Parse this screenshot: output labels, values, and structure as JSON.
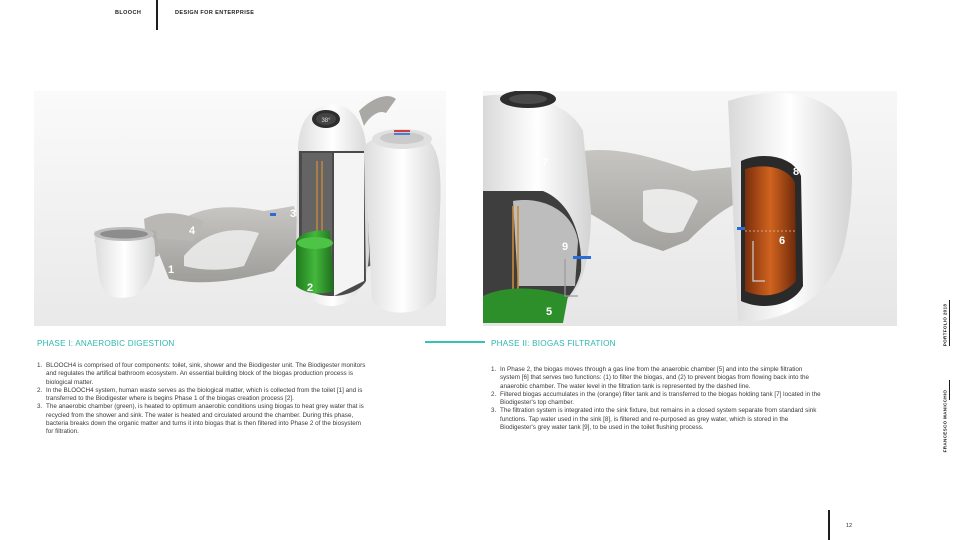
{
  "header": {
    "brand": "BLOOCH",
    "section": "DESIGN FOR ENTERPRISE"
  },
  "sidebar": {
    "portfolio": "PORTFOLIO 2018",
    "author": "FRANCESCO MANICCHIO"
  },
  "page_number": "12",
  "figure_1": {
    "callouts": [
      "1",
      "2",
      "3",
      "4"
    ],
    "display_reading": "38°"
  },
  "figure_2": {
    "callouts": [
      "5",
      "6",
      "7",
      "8",
      "9"
    ]
  },
  "phase1": {
    "title": "PHASE I: ANAEROBIC DIGESTION",
    "items": [
      {
        "n": "1.",
        "text": "BLOOCH4 is comprised of four components: toilet, sink, shower and the Biodigester unit. The Biodigester monitors and regulates the artifical bathroom ecosystem. An essential building block of the biogas production process is biological matter."
      },
      {
        "n": "2.",
        "text": "In the BLOOCH4 system, human waste serves as the biological matter, which is collected from the toilet [1] and is transferred to the Biodigester where is begins Phase 1 of the biogas creation process [2]."
      },
      {
        "n": "3.",
        "text": "The anaerobic chamber (green), is heated to optimum anaerobic conditions using biogas to heat grey water that is recycled from the shower and sink. The water is heated and circulated around the chamber. During this phase, bacteria breaks down the organic matter and turns it into biogas that is then filtered into Phase 2 of the biosystem for filtration."
      }
    ]
  },
  "phase2": {
    "title": "PHASE II: BIOGAS FILTRATION",
    "items": [
      {
        "n": "1.",
        "text": "In Phase 2, the biogas moves through a gas line from the anaerobic chamber [5] and into the simple filtration system [6] that serves two functions: (1) to filter the biogas, and (2) to prevent biogas from flowing back into the anaerobic chamber. The water level in the filtration tank is represented by the dashed line."
      },
      {
        "n": "2.",
        "text": "Filtered biogas accumulates in the (orange) filter tank and is transferred to the biogas holding tank [7] located in the Biodigester's top chamber."
      },
      {
        "n": "3.",
        "text": "The filtration system is integrated into the sink fixture, but remains in a closed system separate from standard sink functions. Tap water used in the sink [8], is filtered and re-purposed as grey water, which is stored in the Biodigester's grey water tank [9], to be used in the toilet flushing process."
      }
    ]
  },
  "colors": {
    "accent": "#2fb8ae",
    "chamber_green": "#2e9a2a",
    "filter_orange": "#c8561a"
  }
}
